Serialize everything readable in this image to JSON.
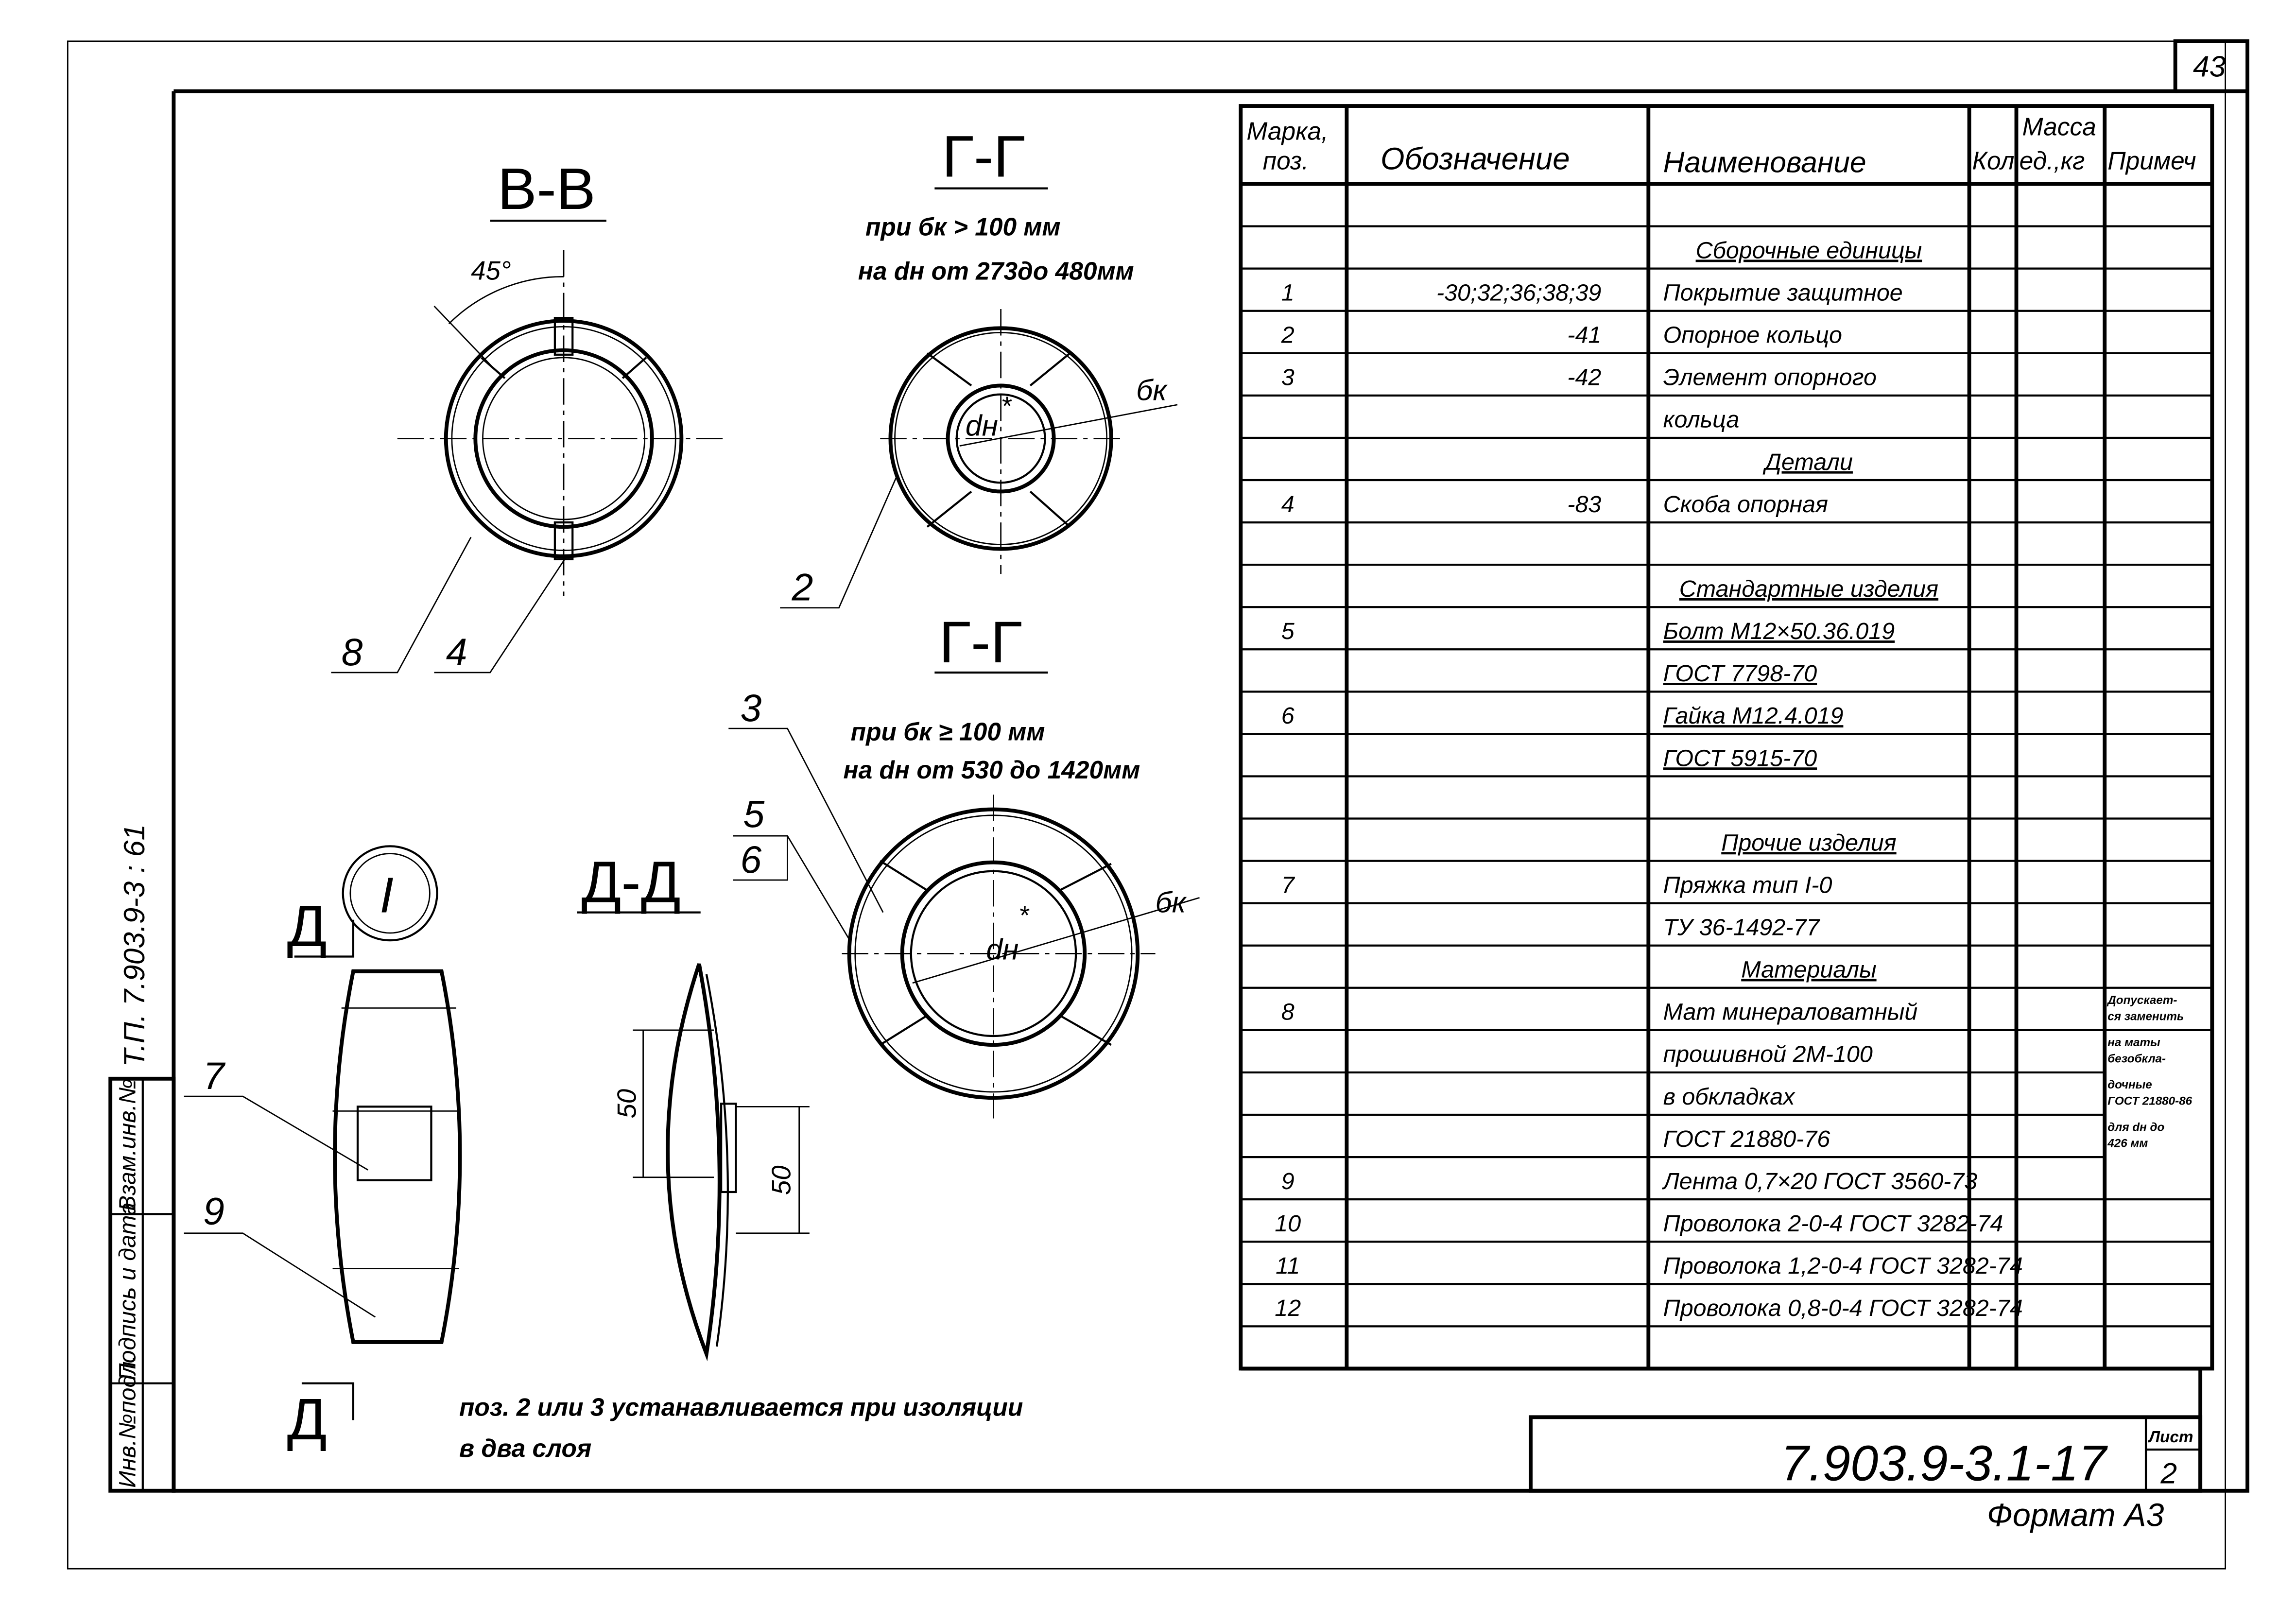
{
  "sheet": {
    "page_number": "43",
    "doc_code": "7.903.9-3.1-17",
    "sheet_label": "Лист",
    "sheet_number": "2",
    "format_label": "Формат А3",
    "album_code": "Т.П. 7.903.9-3 : 61"
  },
  "stamp": {
    "inv_orig": "Инв.№подл.",
    "sign_date": "Подпись и дата",
    "replaces_inv": "Взам.инв.№"
  },
  "views": {
    "section_bb": {
      "title": "В-В",
      "angle": "45°",
      "callouts": [
        "8",
        "4"
      ]
    },
    "section_gg_1": {
      "title": "Г-Г",
      "condition_1": "при бк > 100 мм",
      "condition_2": "на dн от 273до 480мм",
      "thickness_label": "бк",
      "diameter_label": "dн",
      "asterisk": "*",
      "callouts": [
        "2"
      ]
    },
    "section_gg_2": {
      "title": "Г-Г",
      "condition_1": "при бк ≥ 100 мм",
      "condition_2": "на dн от 530 до 1420мм",
      "thickness_label": "бк",
      "diameter_label": "dн",
      "asterisk": "*",
      "callouts": [
        "3",
        "5",
        "6"
      ]
    },
    "section_dd": {
      "title": "Д-Д",
      "dim_1": "50",
      "dim_2": "50"
    },
    "elevation": {
      "detail_label": "I",
      "cut_label_top": "Д",
      "cut_label_bottom": "Д",
      "callouts": [
        "7",
        "9"
      ]
    }
  },
  "note": {
    "line_1": "поз. 2 или 3 устанавливается при изоляции",
    "line_2": "в два слоя"
  },
  "spec_table": {
    "headers": {
      "pos": [
        "Марка,",
        "поз."
      ],
      "designation": "Обозначение",
      "name": "Наименование",
      "qty": "Кол",
      "mass": [
        "Масса",
        "ед.,кг"
      ],
      "remark": "Примеч"
    },
    "rows": [
      {
        "pos": "",
        "designation": "",
        "name": ""
      },
      {
        "pos": "",
        "designation": "",
        "name": "Сборочные единицы",
        "heading": true
      },
      {
        "pos": "1",
        "designation": "-30;32;36;38;39",
        "name": "Покрытие защитное"
      },
      {
        "pos": "2",
        "designation": "-41",
        "name": "Опорное кольцо"
      },
      {
        "pos": "3",
        "designation": "-42",
        "name": "Элемент опорного"
      },
      {
        "pos": "",
        "designation": "",
        "name": "кольца"
      },
      {
        "pos": "",
        "designation": "",
        "name": "Детали",
        "heading": true
      },
      {
        "pos": "4",
        "designation": "-83",
        "name": "Скоба опорная"
      },
      {
        "pos": "",
        "designation": "",
        "name": ""
      },
      {
        "pos": "",
        "designation": "",
        "name": "Стандартные изделия",
        "heading": true
      },
      {
        "pos": "5",
        "designation": "",
        "name": "Болт М12×50.36.019",
        "underline": true
      },
      {
        "pos": "",
        "designation": "",
        "name": "ГОСТ 7798-70",
        "underline": true
      },
      {
        "pos": "6",
        "designation": "",
        "name": "Гайка М12.4.019",
        "underline": true
      },
      {
        "pos": "",
        "designation": "",
        "name": "ГОСТ 5915-70",
        "underline": true
      },
      {
        "pos": "",
        "designation": "",
        "name": ""
      },
      {
        "pos": "",
        "designation": "",
        "name": "Прочие изделия",
        "heading": true
      },
      {
        "pos": "7",
        "designation": "",
        "name": "Пряжка тип I-0"
      },
      {
        "pos": "",
        "designation": "",
        "name": "ТУ 36-1492-77"
      },
      {
        "pos": "",
        "designation": "",
        "name": "Материалы",
        "heading": true
      },
      {
        "pos": "8",
        "designation": "",
        "name": "Мат минераловатный",
        "remark": [
          "Допускает-",
          "ся заменить"
        ]
      },
      {
        "pos": "",
        "designation": "",
        "name": "прошивной 2М-100",
        "remark": [
          "на маты",
          "безобкла-"
        ]
      },
      {
        "pos": "",
        "designation": "",
        "name": "в обкладках",
        "remark": [
          "дочные",
          "ГОСТ 21880-86"
        ]
      },
      {
        "pos": "",
        "designation": "",
        "name": "ГОСТ 21880-76",
        "remark": [
          "для dн до",
          "426 мм"
        ]
      },
      {
        "pos": "9",
        "designation": "",
        "name": "Лента 0,7×20 ГОСТ 3560-73"
      },
      {
        "pos": "10",
        "designation": "",
        "name": "Проволока 2-0-4 ГОСТ 3282-74"
      },
      {
        "pos": "11",
        "designation": "",
        "name": "Проволока 1,2-0-4 ГОСТ 3282-74"
      },
      {
        "pos": "12",
        "designation": "",
        "name": "Проволока 0,8-0-4 ГОСТ 3282-74"
      },
      {
        "pos": "",
        "designation": "",
        "name": ""
      }
    ]
  }
}
